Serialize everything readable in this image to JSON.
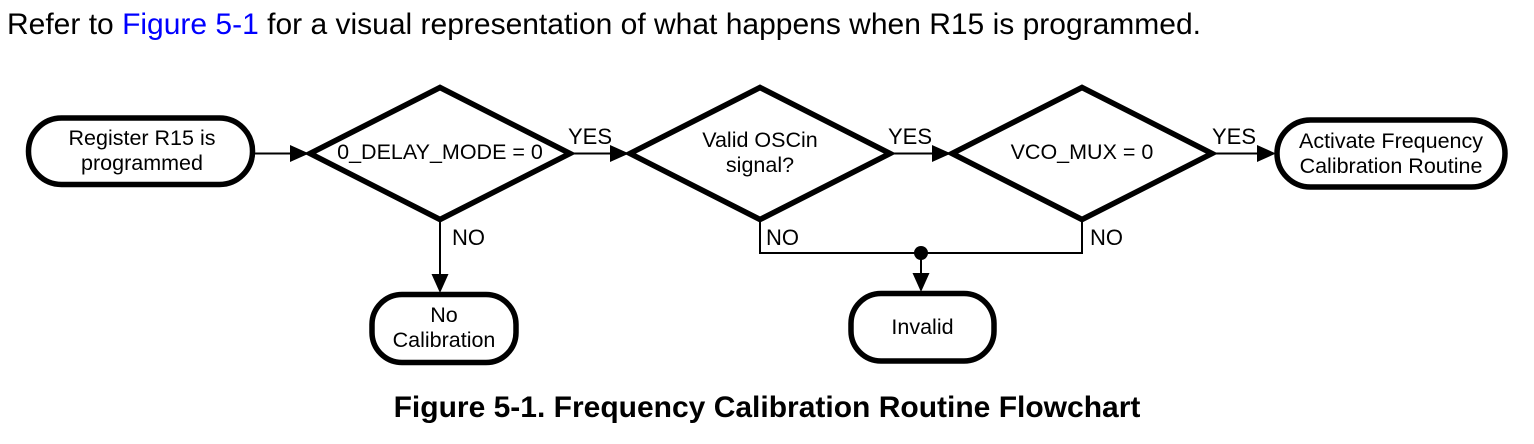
{
  "paragraph": {
    "prefix": "Refer to ",
    "link_text": "Figure 5-1",
    "suffix": " for a visual representation of what happens when R15 is programmed."
  },
  "flowchart": {
    "nodes": {
      "start": "Register R15 is programmed",
      "decision1": "0_DELAY_MODE = 0",
      "decision2": "Valid OSCin signal?",
      "decision3": "VCO_MUX = 0",
      "activate": "Activate Frequency Calibration Routine",
      "no_calibration": "No Calibration",
      "invalid": "Invalid"
    },
    "edge_labels": {
      "yes1": "YES",
      "yes2": "YES",
      "yes3": "YES",
      "no1": "NO",
      "no2": "NO",
      "no3": "NO"
    }
  },
  "caption": "Figure 5-1. Frequency Calibration Routine Flowchart",
  "colors": {
    "link_blue": "#0000FF",
    "stroke_black": "#000000",
    "background": "#FFFFFF"
  }
}
